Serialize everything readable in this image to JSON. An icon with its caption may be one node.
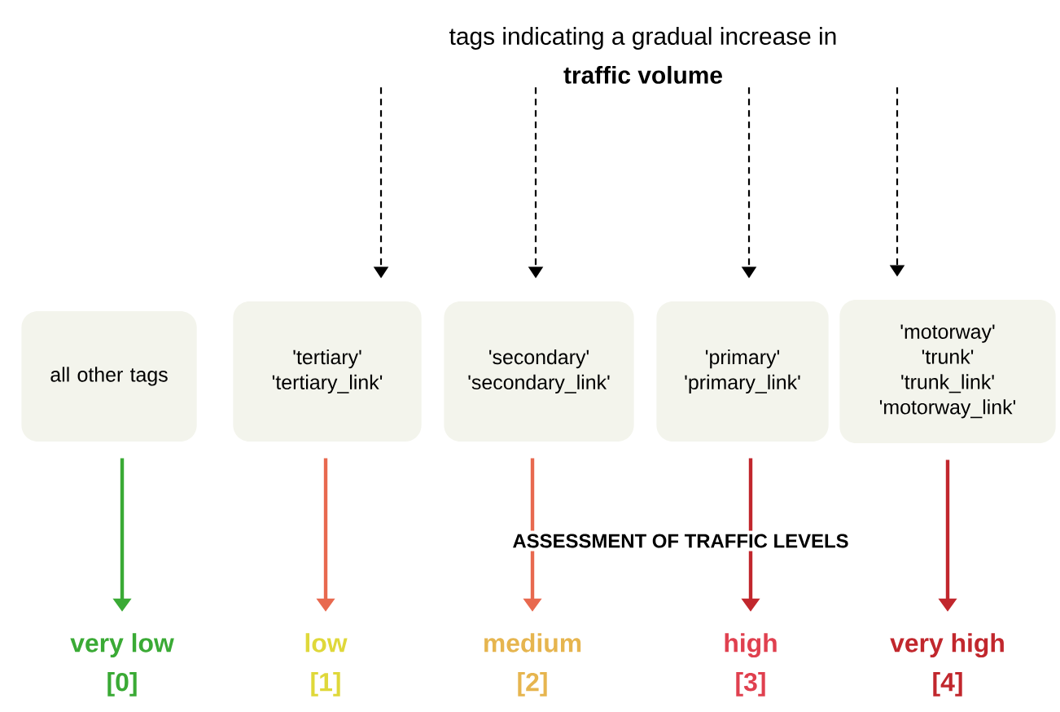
{
  "diagram": {
    "nodes": [
      {
        "text": [
          "tags indicating a gradual increase in",
          "traffic volume"
        ]
      },
      {
        "text": [
          "all other tags"
        ]
      },
      {
        "text": [
          "'tertiary'",
          "'tertiary_link'"
        ]
      },
      {
        "text": [
          "'secondary'",
          "'secondary_link'"
        ]
      },
      {
        "text": [
          "'primary'",
          "'primary_link'"
        ]
      },
      {
        "text": [
          "'motorway'",
          "'trunk'",
          "'trunk_link'",
          "'motorway_link'"
        ]
      },
      {
        "text": [
          "very low",
          "[0]"
        ]
      },
      {
        "text": [
          "low",
          "[1]"
        ]
      },
      {
        "text": [
          "medium",
          "[2]"
        ]
      },
      {
        "text": [
          "high",
          "[3]"
        ]
      },
      {
        "text": [
          "very high",
          "[4]"
        ]
      }
    ],
    "edges": [
      {
        "from": 0,
        "to": 2,
        "arrow": "to",
        "style": "dashed"
      },
      {
        "from": 0,
        "to": 3,
        "arrow": "to",
        "style": "dashed"
      },
      {
        "from": 0,
        "to": 4,
        "arrow": "to",
        "style": "dashed"
      },
      {
        "from": 0,
        "to": 5,
        "arrow": "to",
        "style": "dashed"
      },
      {
        "from": 1,
        "to": 6,
        "arrow": "to",
        "color": "#3aaa35"
      },
      {
        "from": 2,
        "to": 7,
        "arrow": "to",
        "color": "#e8694f"
      },
      {
        "from": 3,
        "to": 8,
        "arrow": "to",
        "color": "#e8694f"
      },
      {
        "from": 4,
        "to": 9,
        "arrow": "to",
        "color": "#c1272d"
      },
      {
        "from": 5,
        "to": 10,
        "arrow": "to",
        "color": "#c1272d"
      }
    ],
    "labels": [
      "ASSESSMENT OF TRAFFIC LEVELS"
    ]
  }
}
